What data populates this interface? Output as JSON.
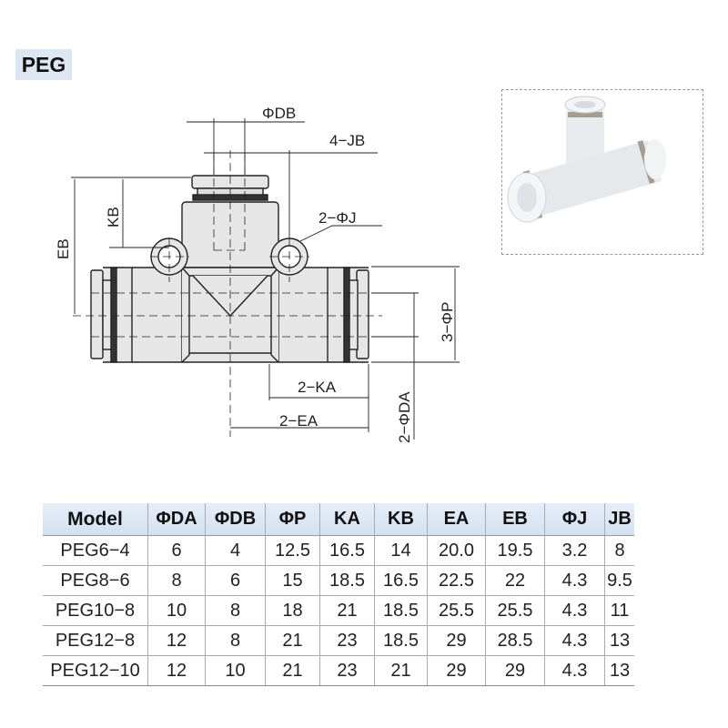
{
  "title": "PEG",
  "drawing_labels": {
    "db": "ΦDB",
    "jb": "4−JB",
    "kb": "KB",
    "eb": "EB",
    "j": "2−ΦJ",
    "p": "3−ΦP",
    "ka": "2−KA",
    "ea": "2−EA",
    "da": "2−ΦDA"
  },
  "table": {
    "headers": [
      "Model",
      "ΦDA",
      "ΦDB",
      "ΦP",
      "KA",
      "KB",
      "EA",
      "EB",
      "ΦJ",
      "JB"
    ],
    "rows": [
      [
        "PEG6−4",
        "6",
        "4",
        "12.5",
        "16.5",
        "14",
        "20.0",
        "19.5",
        "3.2",
        "8"
      ],
      [
        "PEG8−6",
        "8",
        "6",
        "15",
        "18.5",
        "16.5",
        "22.5",
        "22",
        "4.3",
        "9.5"
      ],
      [
        "PEG10−8",
        "10",
        "8",
        "18",
        "21",
        "18.5",
        "25.5",
        "25.5",
        "4.3",
        "11"
      ],
      [
        "PEG12−8",
        "12",
        "8",
        "21",
        "23",
        "18.5",
        "29",
        "28.5",
        "4.3",
        "13"
      ],
      [
        "PEG12−10",
        "12",
        "10",
        "21",
        "23",
        "21",
        "29",
        "29",
        "4.3",
        "13"
      ]
    ]
  }
}
